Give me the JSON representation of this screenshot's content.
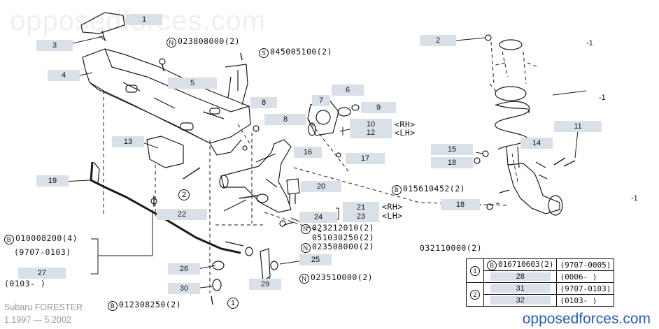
{
  "watermark": "opposedforces.com",
  "brand": "opposedforces.com",
  "caption": {
    "model": "Subaru FORESTER",
    "years": "1.1997 — 5.2002"
  },
  "callouts": [
    "1",
    "2",
    "3",
    "4",
    "5",
    "6",
    "7",
    "8",
    "8",
    "9",
    "10",
    "12",
    "11",
    "13",
    "14",
    "15",
    "16",
    "17",
    "18",
    "18",
    "19",
    "20",
    "21",
    "23",
    "22",
    "24",
    "25",
    "26",
    "27",
    "29",
    "30"
  ],
  "bracket_labels": {
    "rh_1": "<RH>",
    "lh_1": "<LH>",
    "rh_2": "<RH>",
    "lh_2": "<LH>"
  },
  "part_numbers": {
    "n_023808000": "023808000(2)",
    "s_045005100": "045005100(2)",
    "b_015610452": "015610452(2)",
    "n_023212010": "023212010(2)",
    "p_051030250": "051030250(2)",
    "n_023508000": "023508000(2)",
    "n_023510000": "023510000(2)",
    "b_010008200": "010008200(4)",
    "r_9707_0103": "(9707-0103)",
    "r_0103": "(0103-     )",
    "p_032110000": "032110000(2)",
    "b_012308250": "012308250(2)"
  },
  "markers": {
    "N": "N",
    "S": "S",
    "B": "B",
    "one": "1",
    "two": "2",
    "minus_one": "-1"
  },
  "table": {
    "rows": [
      {
        "group": "1",
        "part": "016710603(2)",
        "range": "(9707-0005)"
      },
      {
        "group": "",
        "part": "28",
        "range": "(0006-     )"
      },
      {
        "group": "2",
        "part": "31",
        "range": "(9707-0103)"
      },
      {
        "group": "",
        "part": "32",
        "range": "(0103-     )"
      }
    ]
  }
}
